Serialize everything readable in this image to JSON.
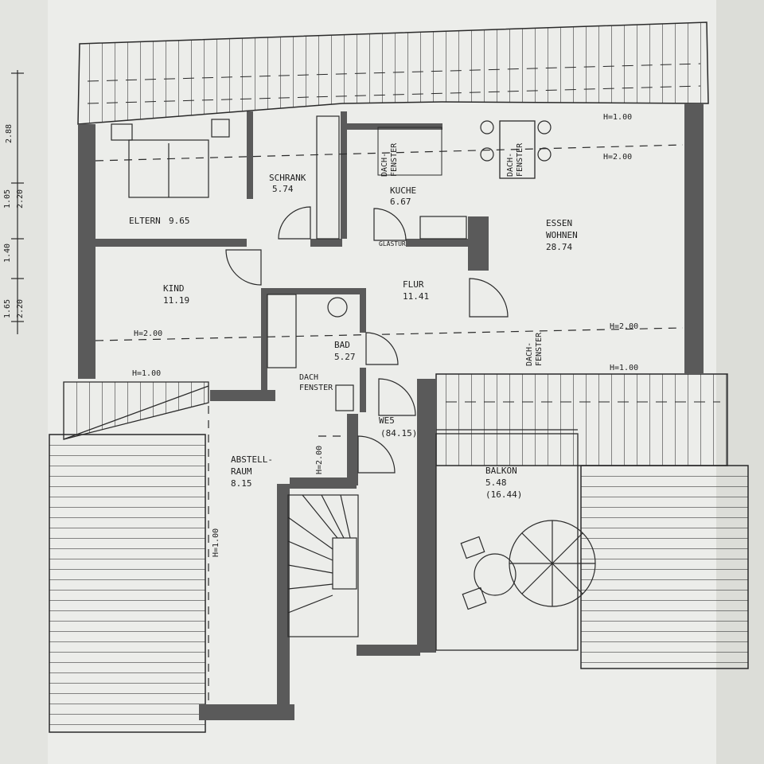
{
  "colors": {
    "paper": "#ecedea",
    "paper_shadow": "#d4d5d0",
    "wall": "#5a5a5a",
    "line": "#2a2a2a"
  },
  "rooms": {
    "eltern": {
      "name": "ELTERN",
      "area": "9.65"
    },
    "schrank": {
      "name": "SCHRANK",
      "area": "5.74"
    },
    "kuche": {
      "name": "KUCHE",
      "area": "6.67"
    },
    "essen1": {
      "name": "ESSEN"
    },
    "essen2": {
      "name": "WOHNEN",
      "area": "28.74"
    },
    "kind": {
      "name": "KIND",
      "area": "11.19"
    },
    "flur": {
      "name": "FLUR",
      "area": "11.41"
    },
    "bad": {
      "name": "BAD",
      "area": "5.27"
    },
    "abstell1": {
      "name": "ABSTELL-"
    },
    "abstell2": {
      "name": "RAUM",
      "area": "8.15"
    },
    "balkon": {
      "name": "BALKON",
      "area": "5.48",
      "extra": "(16.44)"
    },
    "wes": {
      "name": "WE5",
      "area": "(84.15)"
    }
  },
  "annotations": {
    "glastur": "GLASTUR",
    "dach_line1": "DACH-",
    "dach_line2": "FENSTER",
    "dach_bad": "DACH",
    "h1": "H=1.00",
    "h2": "H=2.00"
  },
  "dimensions": [
    "2.88",
    "1.05",
    "2.20",
    "1.40",
    "1.65",
    "2.20"
  ]
}
